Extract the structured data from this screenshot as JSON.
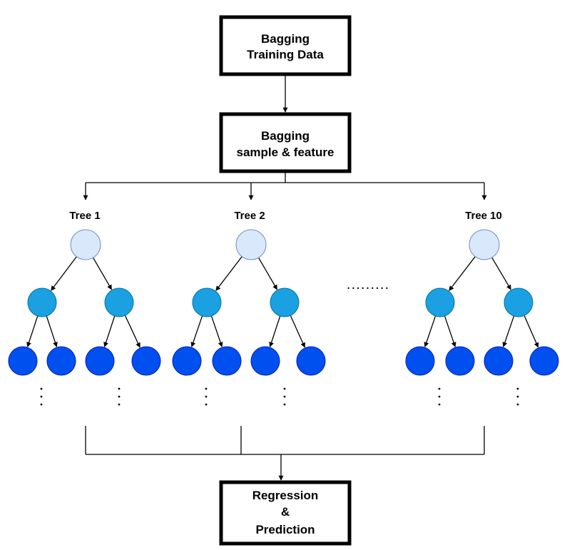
{
  "boxes": {
    "training": {
      "line1": "Bagging",
      "line2": "Training Data"
    },
    "sample": {
      "line1": "Bagging",
      "line2": "sample & feature"
    },
    "output": {
      "line1": "Regression",
      "line2": "&",
      "line3": "Prediction"
    }
  },
  "trees": [
    {
      "label": "Tree 1"
    },
    {
      "label": "Tree 2"
    },
    {
      "label": "Tree 10"
    }
  ],
  "ellipsis": ".........",
  "colors": {
    "root": "#dae8fc",
    "root_stroke": "#6c8ebf",
    "level1": "#1ba1e2",
    "level1_stroke": "#006eaf",
    "leaf": "#0050ef",
    "leaf_stroke": "#001dbc",
    "line": "#000000"
  }
}
